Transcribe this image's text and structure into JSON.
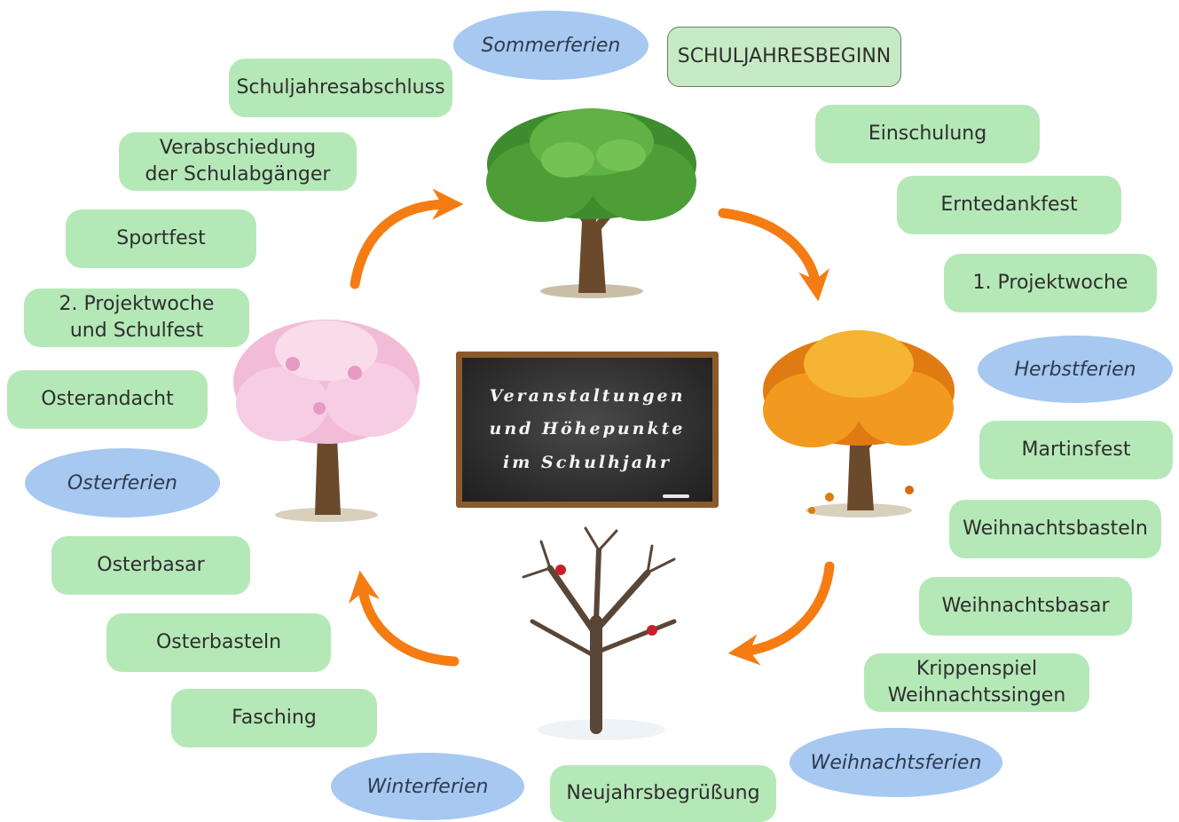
{
  "board": {
    "text": "Veranstaltungen\nund Höhepunkte\nim Schulhjahr"
  },
  "start": "SCHULJAHRESBEGINN",
  "events": {
    "schuljahresabschluss": "Schuljahresabschluss",
    "verabschiedung": "Verabschiedung\nder Schulabgänger",
    "sportfest": "Sportfest",
    "projektwoche2": "2. Projektwoche\nund Schulfest",
    "osterandacht": "Osterandacht",
    "osterbasar": "Osterbasar",
    "osterbasteln": "Osterbasteln",
    "fasching": "Fasching",
    "neujahr": "Neujahrsbegrüßung",
    "einschulung": "Einschulung",
    "erntedankfest": "Erntedankfest",
    "projektwoche1": "1. Projektwoche",
    "martinsfest": "Martinsfest",
    "weihnachtsbasteln": "Weihnachtsbasteln",
    "weihnachtsbasar": "Weihnachtsbasar",
    "krippenspiel": "Krippenspiel\nWeihnachtssingen"
  },
  "holidays": {
    "sommer": "Sommerferien",
    "herbst": "Herbstferien",
    "oster": "Osterferien",
    "winter": "Winterferien",
    "weihnacht": "Weihnachtsferien"
  },
  "colors": {
    "event_box": "#b5e8b7",
    "holiday_oval": "#a7c8f0",
    "arrow": "#f57c12",
    "board_frame": "#8a5a2b"
  }
}
